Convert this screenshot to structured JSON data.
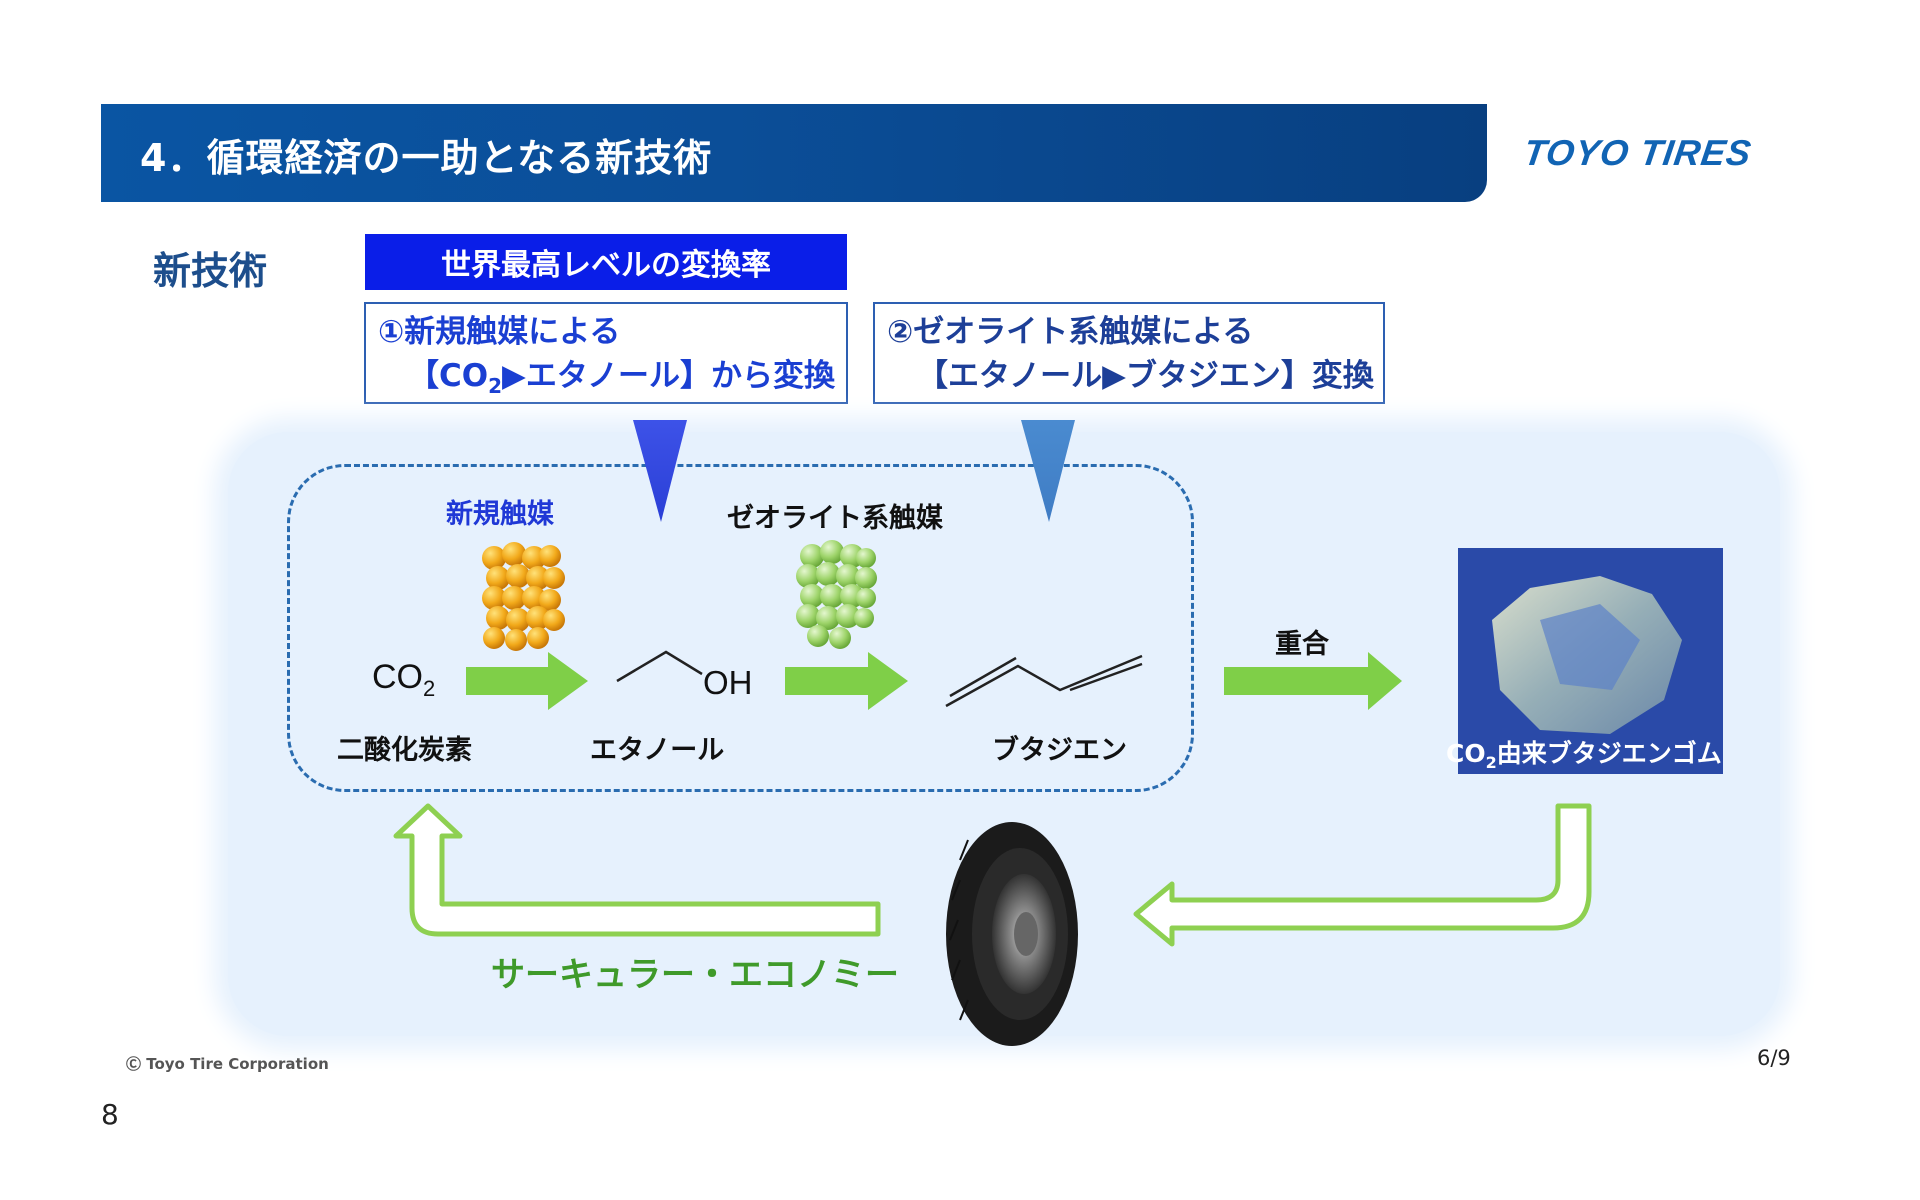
{
  "header": {
    "title": "4．循環経済の一助となる新技術",
    "logo": "TOYO TIRES"
  },
  "section_label": "新技術",
  "highlight": "世界最高レベルの変換率",
  "callouts": [
    {
      "line1": "①新規触媒による",
      "line2_a": "【CO",
      "line2_sub": "2",
      "line2_b": "▶エタノール】から変換"
    },
    {
      "line1": "②ゼオライト系触媒による",
      "line2": "【エタノール▶ブタジエン】変換"
    }
  ],
  "process": {
    "catalyst1": "新規触媒",
    "catalyst2": "ゼオライト系触媒",
    "co2_main": "CO",
    "co2_sub": "2",
    "oh": "OH",
    "names": [
      "二酸化炭素",
      "エタノール",
      "ブタジエン"
    ],
    "polymerization": "重合",
    "product_a": "CO",
    "product_sub": "2",
    "product_b": "由来ブタジエンゴム",
    "circular_economy": "サーキュラー・エコノミー"
  },
  "colors": {
    "header": "#0b4e98",
    "highlight": "#0a1ee8",
    "green_arrow": "#7fcf48",
    "panel": "#e6f1fd"
  },
  "footer": {
    "copyright": "Ⓒ Toyo Tire Corporation",
    "page_index": "6/9",
    "slide_number": "8"
  }
}
